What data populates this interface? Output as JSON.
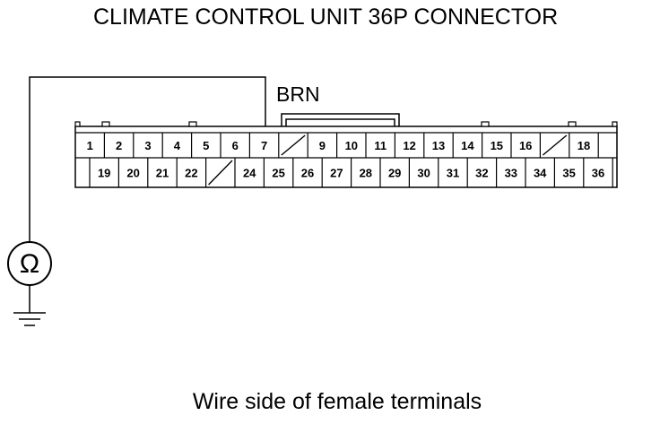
{
  "title": "CLIMATE CONTROL UNIT 36P CONNECTOR",
  "wire_color_label": "BRN",
  "footer": "Wire side of female terminals",
  "meter_symbol": "Ω",
  "meter_icon": "ohmmeter-icon",
  "ground_icon": "ground-icon",
  "connector": {
    "top_row": [
      "1",
      "2",
      "3",
      "4",
      "5",
      "6",
      "7",
      "",
      "9",
      "10",
      "11",
      "12",
      "13",
      "14",
      "15",
      "16",
      "",
      "18"
    ],
    "bottom_row": [
      "",
      "19",
      "20",
      "21",
      "22",
      "",
      "24",
      "25",
      "26",
      "27",
      "28",
      "29",
      "30",
      "31",
      "32",
      "33",
      "34",
      "35",
      "36"
    ],
    "probed_terminal": "7"
  }
}
